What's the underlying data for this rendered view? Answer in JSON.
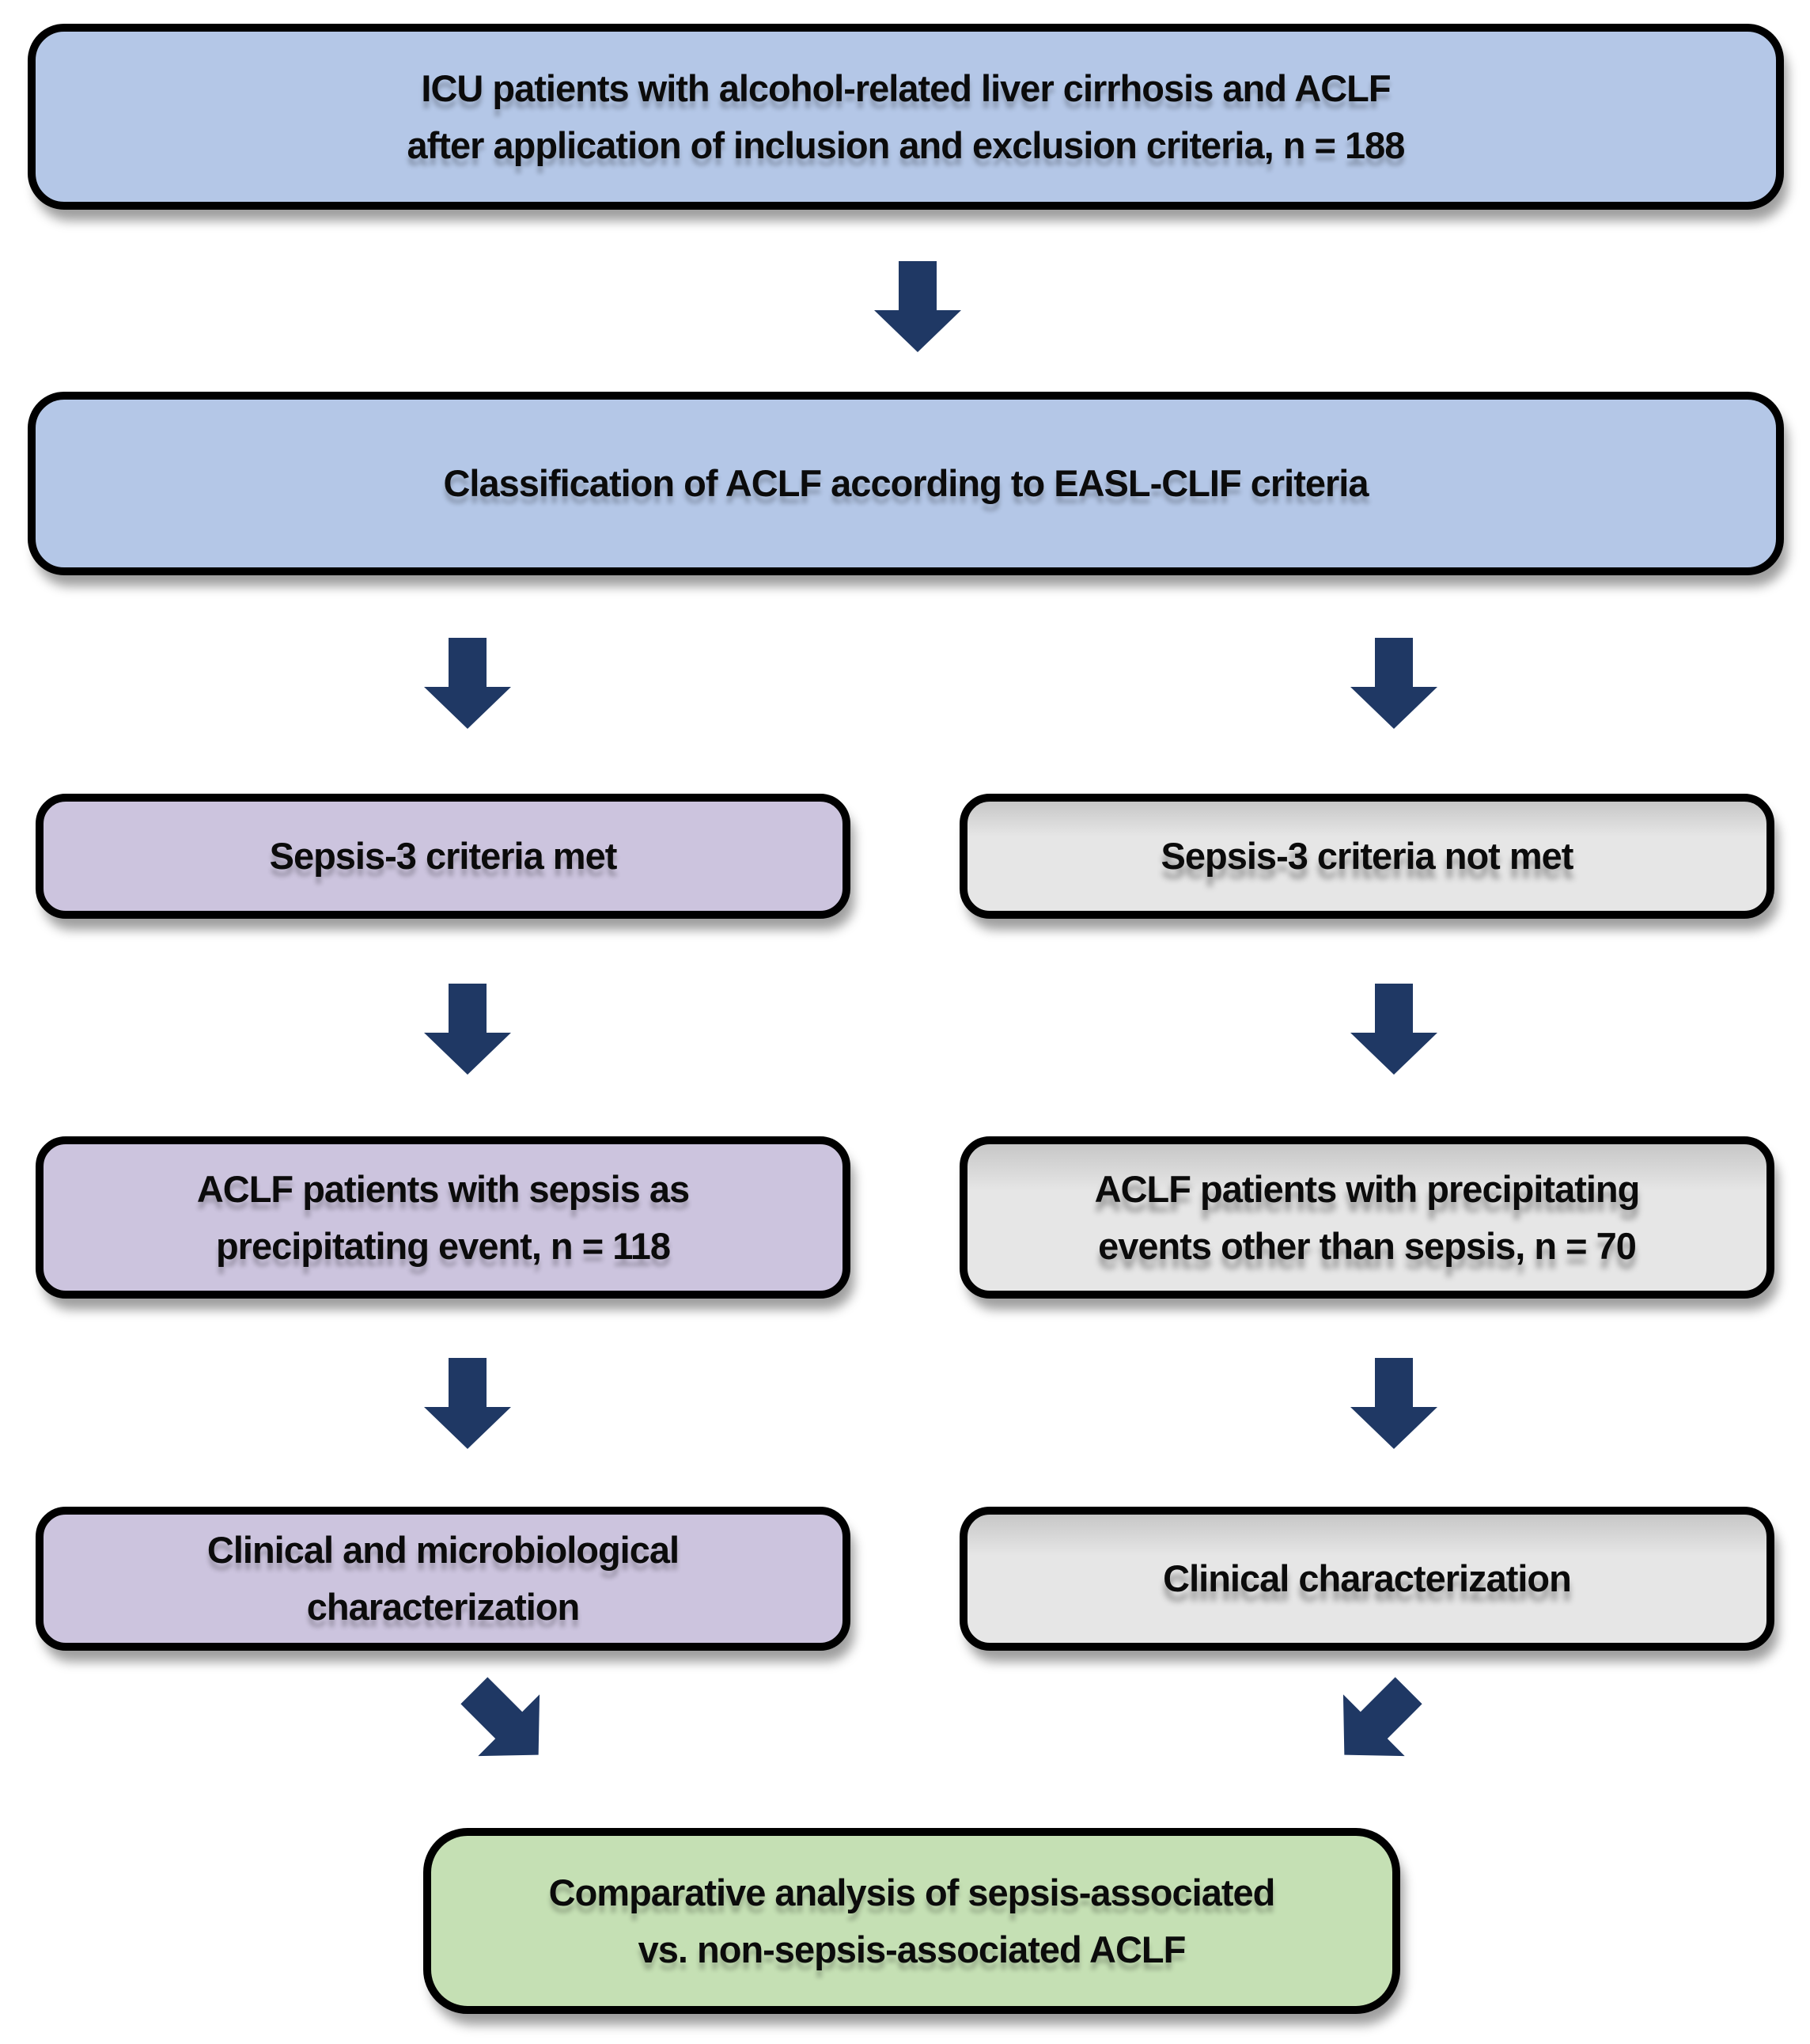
{
  "figure_type": "flowchart",
  "colors": {
    "box_blue": "#b4c7e7",
    "box_purple": "#ccc4de",
    "box_gray": "#e6e6e6",
    "box_green": "#c5e0b4",
    "arrow": "#1f3864",
    "border": "#000000",
    "text": "#0b0b0b"
  },
  "nodes": [
    {
      "name": "icu-patients",
      "variant": "blue",
      "lines": [
        "ICU patients with alcohol-related liver cirrhosis and ACLF",
        "after application of inclusion and exclusion criteria, n = 188"
      ]
    },
    {
      "name": "classification",
      "variant": "blue",
      "lines": [
        "Classification of ACLF according to EASL-CLIF criteria"
      ]
    },
    {
      "name": "sepsis-criteria-met",
      "variant": "purple",
      "lines": [
        "Sepsis-3 criteria met"
      ]
    },
    {
      "name": "sepsis-criteria-not-met",
      "variant": "gray",
      "lines": [
        "Sepsis-3 criteria not met"
      ]
    },
    {
      "name": "sepsis-aclf",
      "variant": "purple",
      "lines": [
        "ACLF patients with sepsis as",
        "precipitating event, n = 118"
      ]
    },
    {
      "name": "non-sepsis-aclf",
      "variant": "gray",
      "lines": [
        "ACLF patients with precipitating",
        "events other than sepsis, n = 70"
      ]
    },
    {
      "name": "clinical-microbiological",
      "variant": "purple",
      "lines": [
        "Clinical and microbiological",
        "characterization"
      ]
    },
    {
      "name": "clinical",
      "variant": "gray",
      "lines": [
        "Clinical characterization"
      ]
    },
    {
      "name": "comparative-analysis",
      "variant": "green",
      "lines": [
        "Comparative analysis of sepsis-associated",
        "vs. non-sepsis-associated ACLF"
      ]
    }
  ],
  "arrows": [
    {
      "direction": "down"
    },
    {
      "direction": "down"
    },
    {
      "direction": "down"
    },
    {
      "direction": "down"
    },
    {
      "direction": "down"
    },
    {
      "direction": "down"
    },
    {
      "direction": "down"
    },
    {
      "direction": "down-right"
    },
    {
      "direction": "down-left"
    }
  ]
}
